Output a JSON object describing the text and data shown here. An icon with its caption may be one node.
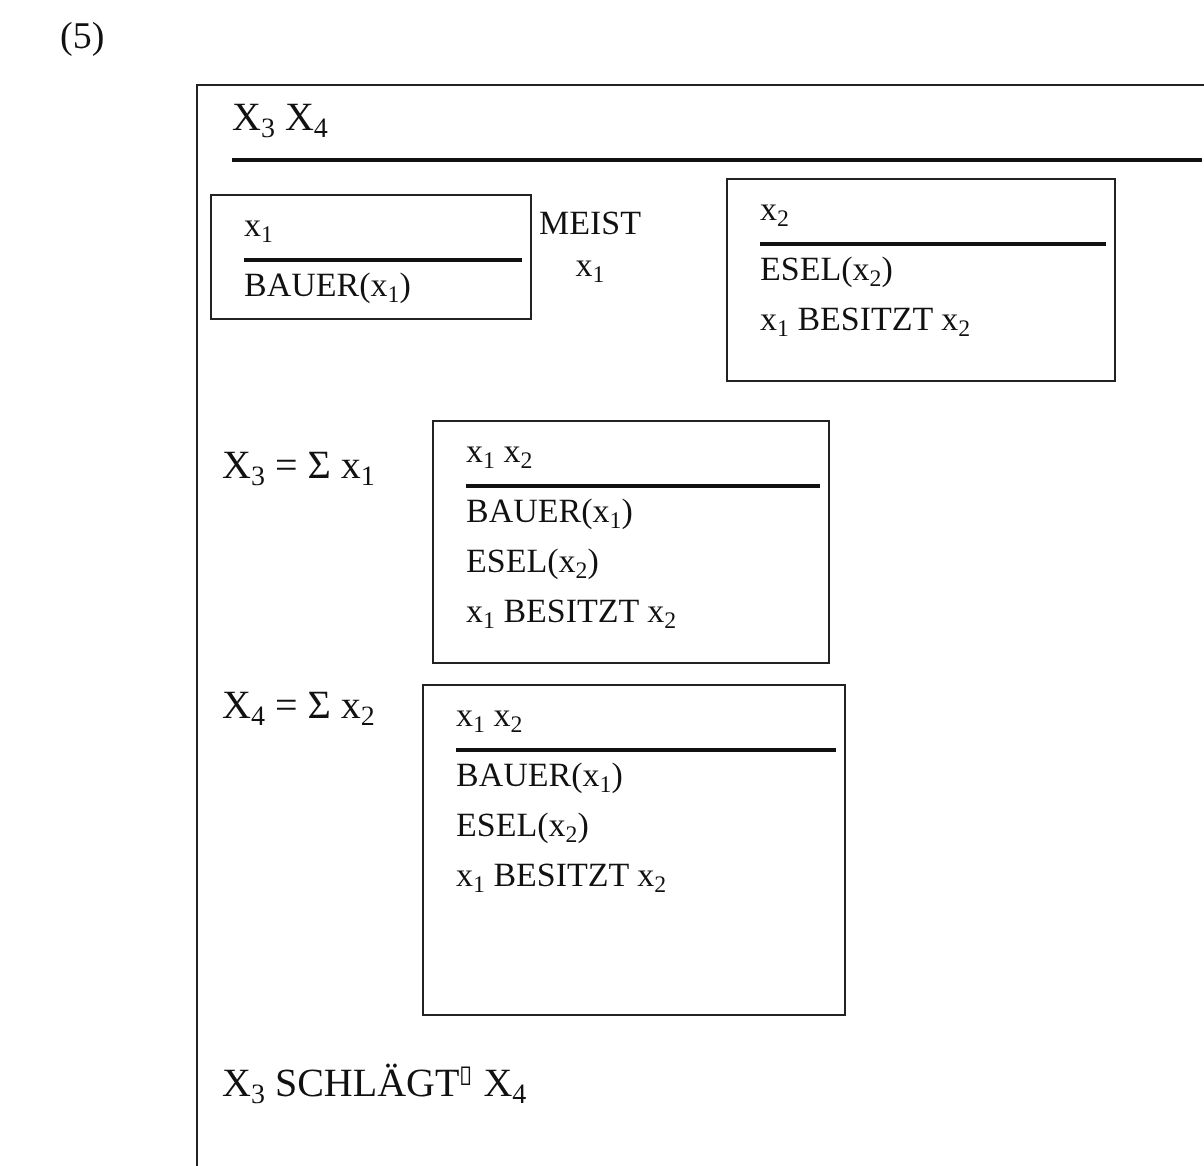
{
  "diagram": {
    "nodes": [
      {
        "text": [
          "X$_{3}$ X$_{4}$",
          "MEIST x$_{1}$",
          "X$_{3}$ = Σ x$_{1}$",
          "X$_{4}$ = Σ x$_{2}$",
          "X$_{3}$ SCHLÄGT$^{▯}$ X$_{4}$"
        ]
      },
      {
        "text": [
          "x$_{1}$",
          "BAUER(x$_{1}$)"
        ],
        "in": 0
      },
      {
        "text": [
          "x$_{2}$",
          "ESEL(x$_{2}$)",
          "x$_{1}$ BESITZT x$_{2}$"
        ],
        "in": 0
      },
      {
        "text": [
          "x$_{1}$ x$_{2}$",
          "BAUER(x$_{1}$)",
          "ESEL(x$_{2}$)",
          "x$_{1}$ BESITZT x$_{2}$"
        ],
        "in": 0
      },
      {
        "text": [
          "x$_{1}$ x$_{2}$",
          "BAUER(x$_{1}$)",
          "ESEL(x$_{2}$)",
          "x$_{1}$ BESITZT x$_{2}$"
        ],
        "in": 0
      }
    ],
    "labels": [
      "(5)"
    ]
  }
}
